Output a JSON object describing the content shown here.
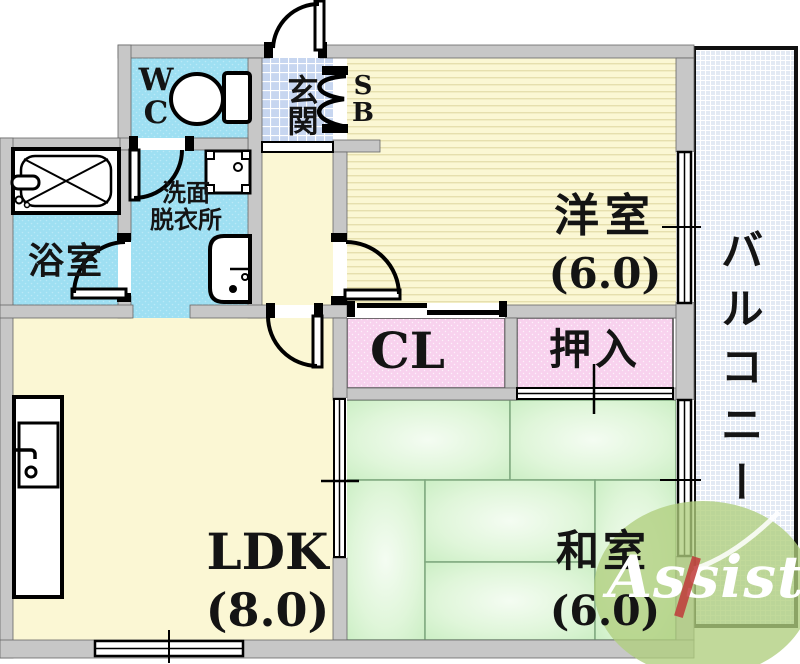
{
  "rooms": {
    "bathroom": {
      "label": "浴室"
    },
    "toilet": {
      "label_lines": [
        "W",
        "C"
      ]
    },
    "washroom": {
      "label_lines": [
        "洗面",
        "脱衣所"
      ]
    },
    "entrance": {
      "label": "玄関"
    },
    "shoe_box": {
      "label_lines": [
        "S",
        "B"
      ]
    },
    "western_room": {
      "label": "洋室",
      "size": "(6.0)"
    },
    "balcony": {
      "label": "バルコニー"
    },
    "closet": {
      "label": "CL"
    },
    "oshiire": {
      "label": "押入"
    },
    "ldk": {
      "label": "LDK",
      "size": "(8.0)"
    },
    "japanese_room": {
      "label": "和室",
      "size": "(6.0)"
    }
  },
  "watermark": {
    "text": "Assist"
  },
  "colors": {
    "wall": "#C7C7C7",
    "water_blue": "#9EDFF2",
    "water_blue_dot": "#BAE9F7",
    "tile_blue": "#C7D6F0",
    "balcony_blue": "#E3EAF4",
    "room_yellow": "#FBF7D4",
    "stripe_line": "#E6DFAE",
    "closet_pink": "#F8D2EE",
    "tatami_green": "#CDEFC8",
    "logo_green": "#AFCE7D",
    "logo_red": "#C03A3A"
  }
}
